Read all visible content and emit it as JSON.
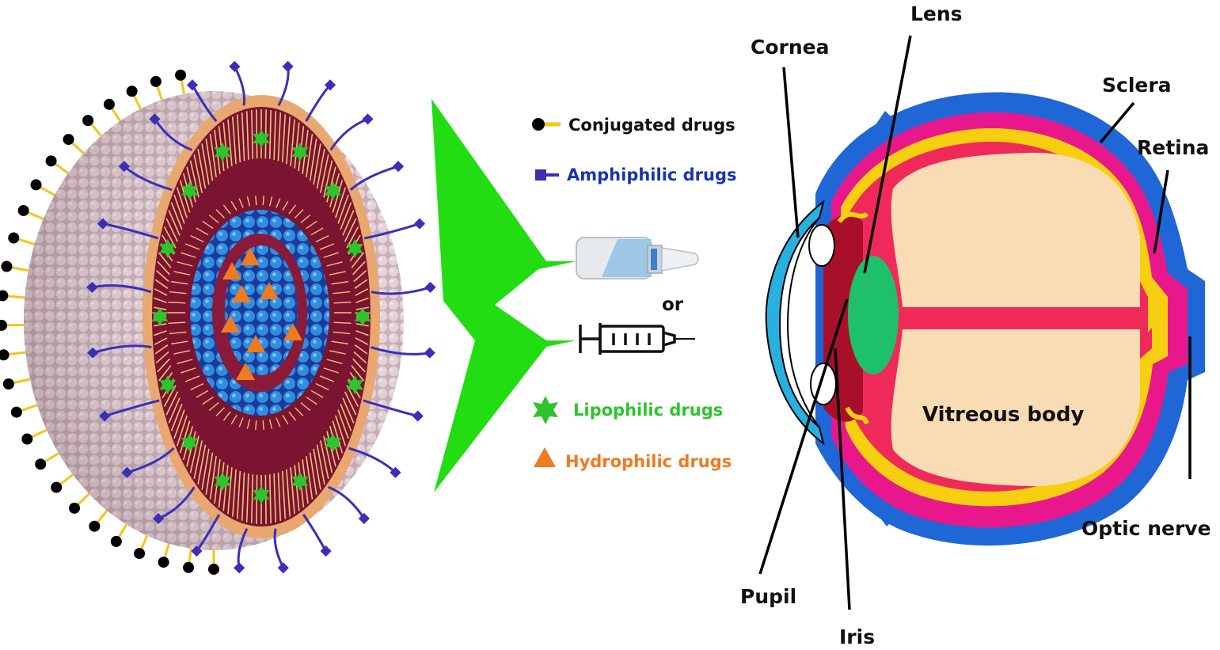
{
  "legend": {
    "conjugated": "Conjugated drugs",
    "amphiphilic": "Amphiphilic drugs",
    "or": "or",
    "lipophilic": "Lipophilic drugs",
    "hydrophilic": "Hydrophilic drugs"
  },
  "eye_labels": {
    "lens": "Lens",
    "cornea": "Cornea",
    "sclera": "Sclera",
    "retina": "Retina",
    "vitreous": "Vitreous body",
    "optic_nerve": "Optic nerve",
    "pupil": "Pupil",
    "iris": "Iris"
  },
  "colors": {
    "conjugated": "#000000",
    "amphiphilic": "#1a33b3",
    "lipophilic": "#2ec42e",
    "hydrophilic": "#f07a20",
    "arrow": "#22dd11",
    "sclera": "#1f66d6",
    "choroid": "#e8188c",
    "retina": "#f5cf10",
    "vitreous": "#f9dcb4",
    "lens": "#1ec06a"
  },
  "icons": [
    "conjugated-drug-icon",
    "amphiphilic-drug-icon",
    "eye-drop-bottle-icon",
    "syringe-icon",
    "lipophilic-star-icon",
    "hydrophilic-triangle-icon"
  ]
}
